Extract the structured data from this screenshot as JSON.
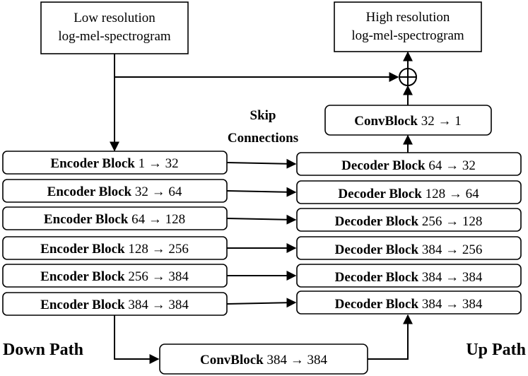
{
  "input": {
    "line1": "Low resolution",
    "line2": "log-mel-spectrogram"
  },
  "output": {
    "line1": "High resolution",
    "line2": "log-mel-spectrogram"
  },
  "skip_label": {
    "line1": "Skip",
    "line2": "Connections"
  },
  "encoders": [
    {
      "name": "Encoder Block",
      "channels": "1 → 32"
    },
    {
      "name": "Encoder Block",
      "channels": "32 → 64"
    },
    {
      "name": "Encoder Block",
      "channels": "64 → 128"
    },
    {
      "name": "Encoder Block",
      "channels": "128 → 256"
    },
    {
      "name": "Encoder Block",
      "channels": "256 → 384"
    },
    {
      "name": "Encoder Block",
      "channels": "384 → 384"
    }
  ],
  "decoders": [
    {
      "name": "Decoder Block",
      "channels": "64 → 32"
    },
    {
      "name": "Decoder Block",
      "channels": "128 → 64"
    },
    {
      "name": "Decoder Block",
      "channels": "256 → 128"
    },
    {
      "name": "Decoder Block",
      "channels": "384 → 256"
    },
    {
      "name": "Decoder Block",
      "channels": "384 → 384"
    },
    {
      "name": "Decoder Block",
      "channels": "384 → 384"
    }
  ],
  "bottleneck": {
    "name": "ConvBlock",
    "channels": "384 → 384"
  },
  "final_conv": {
    "name": "ConvBlock",
    "channels": "32 → 1"
  },
  "down_path": "Down Path",
  "up_path": "Up Path"
}
